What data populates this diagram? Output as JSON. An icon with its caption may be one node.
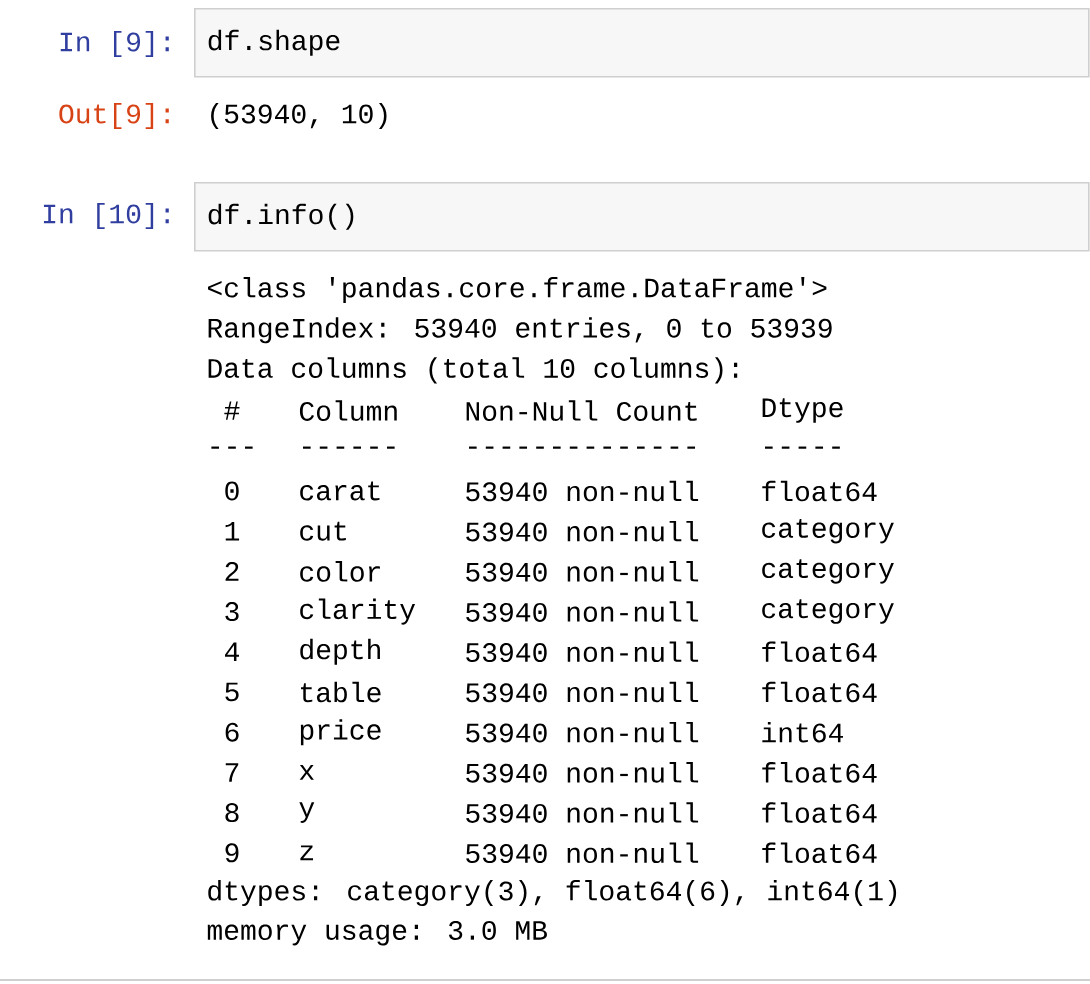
{
  "diagram": {
    "nodes": [
      {
        "text": [
          "df.shape"
        ]
      },
      {
        "text": [
          "df.info()"
        ]
      }
    ],
    "labels": [
      "In [9]:",
      "Out[9]:",
      "(53940, 10)",
      "In [10]:",
      "<class 'pandas.core.frame.DataFrame'>",
      "RangeIndex: 53940 entries, 0 to 53939",
      "Data columns (total 10 columns):",
      "#",
      "Column",
      "Non-Null Count",
      "Dtype",
      "---",
      "------",
      "--------------",
      "-----",
      "0",
      "carat",
      "53940 non-null",
      "float64",
      "1",
      "cut",
      "53940 non-null",
      "category",
      "2",
      "color",
      "53940 non-null",
      "category",
      "3",
      "clarity",
      "53940 non-null",
      "category",
      "4",
      "depth",
      "53940 non-null",
      "float64",
      "5",
      "table",
      "53940 non-null",
      "float64",
      "6",
      "price",
      "53940 non-null",
      "int64",
      "7",
      "x",
      "53940 non-null",
      "float64",
      "8",
      "y",
      "53940 non-null",
      "float64",
      "9",
      "z",
      "53940 non-null",
      "float64",
      "dtypes: category(3), float64(6), int64(1)",
      "memory usage: 3.0 MB"
    ]
  }
}
